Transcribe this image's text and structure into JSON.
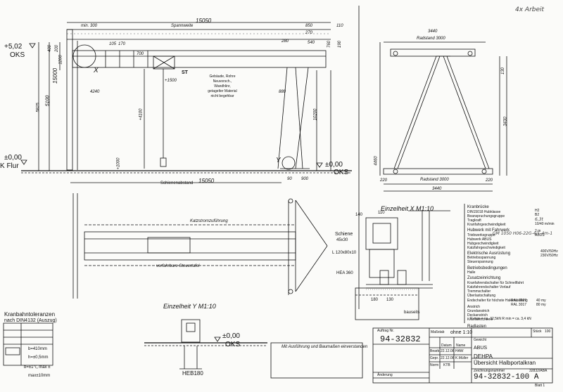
{
  "handwritten_note": "4x Arbeit",
  "main_view": {
    "span_label": "Spannweite",
    "span_value": "15050",
    "span_note": "15000",
    "rail_label": "Schienenabstand",
    "rail_value": "15050",
    "dim_min": "min. 300",
    "dim_850": "850",
    "dim_270": "270",
    "dim_110": "110",
    "dim_540": "540",
    "dim_700": "700",
    "dim_1500": "+1500",
    "dim_4240": "4240",
    "dim_880": "880",
    "dim_900": "900",
    "dim_90": "90",
    "dim_5825": "5825",
    "dim_5100": "5100",
    "dim_4100": "+4100",
    "dim_10200": "10200",
    "dim_1000": "+1000",
    "dim_1200": "1200",
    "dim_400": "400",
    "dim_200": "200",
    "dim_190": "190",
    "dim_105": "105",
    "dim_170": "170",
    "dim_760": "760",
    "dim_280": "280",
    "level_top": "+5,02",
    "level_top_oks": "OKS",
    "level_floor": "±0,00",
    "level_floor_label": "K Flur",
    "level_right": "±0,00",
    "level_right_oks": "OKS",
    "detail_x_marker": "X",
    "detail_y_marker": "Y",
    "st_label": "ST",
    "note_lines": [
      "Gebäude, Rohre",
      "Neuvorsch.,",
      "Wandhlinr,",
      "getagelter Material",
      "nicht begehbar"
    ]
  },
  "end_view": {
    "dim_3440_top": "3440",
    "wheelbase_top": "Radstand  3000",
    "dim_220_l": "220",
    "dim_220_r": "220",
    "dim_3440_bottom": "3440",
    "wheelbase_bottom": "Radstand  3000",
    "dim_4460": "4460",
    "dim_130": "130",
    "dim_3430": "3430"
  },
  "plan_view": {
    "conductor_label": "Katzstromzuführung",
    "control_label": "verfahrbare Steuertafel"
  },
  "detail_x": {
    "title": "Einzelheit  X  M1:10",
    "rail_label": "Schiene",
    "rail_size": "45x30",
    "angle": "L 120x80x10",
    "hea": "HEA 360",
    "d110": "110",
    "d140": "140",
    "d180": "180",
    "d130": "130",
    "housing": "bauseits"
  },
  "detail_y": {
    "title": "Einzelheit  Y  M1:10",
    "level": "±0,00",
    "level_oks": "OKS",
    "beam": "HEB180"
  },
  "tolerance": {
    "title": "Kranbahntoleranzen",
    "subtitle": "nach DIN4132 (Auszug)",
    "b": "b=410mm",
    "h": "h=±0,5mm",
    "d": "b=±1°/„ max ±",
    "max": "max±10mm"
  },
  "spec": {
    "heading": "Kranbrücke",
    "rows": [
      "DIN15018 Hubklasse",
      "Beanspruchungsgruppe",
      "Tragkraft",
      "Kranfahrgeschwindigkeit",
      "Hubwerk mit Fahrwerk",
      "Triebwerksgruppe",
      "Hubwerk ABUS",
      "Hubgeschwindigkeit",
      "Katzfahrgeschwindigkeit",
      "Elektrische Ausrüstung",
      "Betriebsspannung",
      "Steuerspannung",
      "Betriebsbedingungen",
      "Halle",
      "Zusatzeinrichtung",
      "Kranfahrendschalter für Schnellfahrt",
      "Katzfahrendschalter Vorlauf",
      "Tremmschalter",
      "Überlastschaltung",
      "Endschalter für höchste Hakenstellung",
      "Anstrich",
      "Grundanstrich",
      "Deckanstrich",
      "Kranfahrschiene",
      "Radlasten"
    ],
    "values": [
      "H2",
      "B2",
      "6,3t",
      "10/40 m/min",
      "2 m",
      "ABUS",
      "GM 1050 H06-22G-4/1-4m-1",
      "",
      "400V/50Hz",
      "230V/50Hz",
      "40 my",
      "80 my"
    ],
    "ral1": "RAL 1007",
    "ral2": "RAL 3017",
    "radlasten": "R max = ca. 32,5kN    R min = ca. 3,4 kN"
  },
  "bottom_note": "Mit Ausführung und Baumaßen einverstanden",
  "title_block": {
    "auftrag_label": "Auftrag Nr.",
    "auftrag": "94-32832",
    "masstab_label": "Maßstab",
    "masstab": "ohne 1:10",
    "stueck_label": "Stück",
    "stueck": "100",
    "gewicht_label": "Gewicht",
    "firm": "ABUS",
    "customer": "DEHPA",
    "title": "Übersicht Halbportalkran",
    "drawing_no_label": "Zeichnungsnummer",
    "drawing_no": "94-32832-100 A",
    "old_no": "32832/ABA",
    "date_label": "Datum",
    "name_label": "Name",
    "bearb": "Bearb.",
    "gepr": "Gepr.",
    "date1": "22.12.08",
    "date2": "22.12.08",
    "name1": "HAW",
    "name2": "K.Müller",
    "norm": "Norm",
    "ktb": "KTB",
    "aenderung": "Änderung",
    "sheet": "Blatt 1"
  }
}
